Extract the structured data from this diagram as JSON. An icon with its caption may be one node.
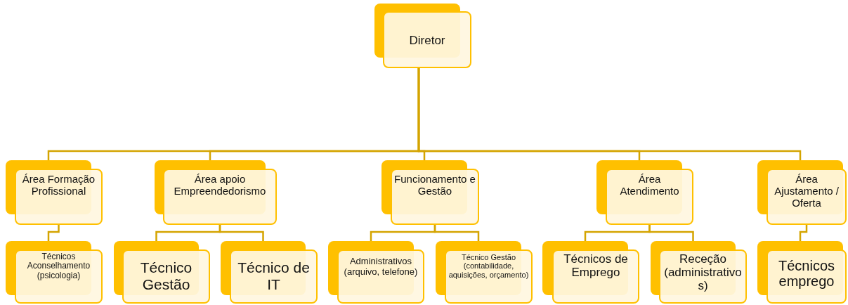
{
  "diagram": {
    "nodes": [
      {
        "text": [
          "Diretor"
        ]
      },
      {
        "text": [
          "Área Formação Profissional"
        ]
      },
      {
        "text": [
          "Área apoio Empreendedorismo"
        ]
      },
      {
        "text": [
          "Funcionamento e Gestão"
        ]
      },
      {
        "text": [
          "Área Atendimento"
        ]
      },
      {
        "text": [
          "Área Ajustamento / Oferta"
        ]
      },
      {
        "text": [
          "Técnicos Aconselhamento (psicologia)"
        ]
      },
      {
        "text": [
          "Técnico Gestão"
        ]
      },
      {
        "text": [
          "Técnico de IT"
        ]
      },
      {
        "text": [
          "Administrativos (arquivo, telefone)"
        ]
      },
      {
        "text": [
          "Técnico Gestão (contabilidade, aquisições, orçamento)"
        ]
      },
      {
        "text": [
          "Técnicos de Emprego"
        ]
      },
      {
        "text": [
          "Receção (administrativos)"
        ]
      },
      {
        "text": [
          "Técnicos emprego"
        ]
      }
    ],
    "edges": [
      {
        "from": 0,
        "to": 1,
        "arrow": "none"
      },
      {
        "from": 0,
        "to": 2,
        "arrow": "none"
      },
      {
        "from": 0,
        "to": 3,
        "arrow": "none"
      },
      {
        "from": 0,
        "to": 4,
        "arrow": "none"
      },
      {
        "from": 0,
        "to": 5,
        "arrow": "none"
      },
      {
        "from": 1,
        "to": 6,
        "arrow": "none"
      },
      {
        "from": 2,
        "to": 7,
        "arrow": "none"
      },
      {
        "from": 2,
        "to": 8,
        "arrow": "none"
      },
      {
        "from": 3,
        "to": 9,
        "arrow": "none"
      },
      {
        "from": 3,
        "to": 10,
        "arrow": "none"
      },
      {
        "from": 4,
        "to": 11,
        "arrow": "none"
      },
      {
        "from": 4,
        "to": 12,
        "arrow": "none"
      },
      {
        "from": 5,
        "to": 13,
        "arrow": "none"
      }
    ]
  }
}
